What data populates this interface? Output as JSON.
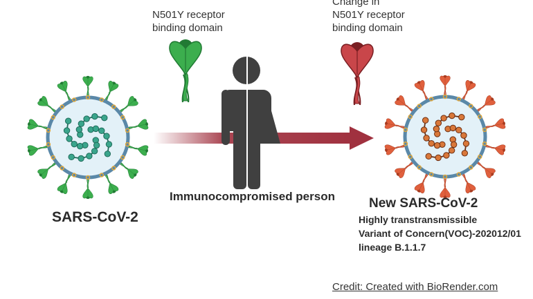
{
  "labels": {
    "rbd_original": [
      "N501Y receptor",
      "binding  domain"
    ],
    "rbd_changed": [
      "Change in",
      "N501Y receptor",
      "binding domain"
    ],
    "original_virus": "SARS-CoV-2",
    "person": "Immunocompromised person",
    "new_virus": "New SARS-CoV-2",
    "new_virus_details": [
      "Highly transtransmissible",
      "Variant of Concern(VOC)-202012/01",
      "lineage B.1.1.7"
    ],
    "credit": "Credit: Created with BioRender.com"
  },
  "icons": {
    "original_virus": "coronavirus-green-icon",
    "new_virus": "coronavirus-orange-icon",
    "rbd_original": "spike-protein-green-icon",
    "rbd_changed": "spike-protein-red-icon",
    "person": "unisex-person-icon",
    "arrow": "right-arrow-icon"
  },
  "colors": {
    "original_spike": "#3cae4e",
    "original_spike_dark": "#217a34",
    "original_rna": "#3aa58c",
    "new_spike": "#e0603d",
    "new_spike_dark": "#a83b1f",
    "new_rna": "#d9783a",
    "rbd_changed": "#c9464a",
    "envelope": "#5a88a8",
    "envelope_fill": "#e3f1f8",
    "person": "#404040",
    "arrow": "#a0313f"
  }
}
